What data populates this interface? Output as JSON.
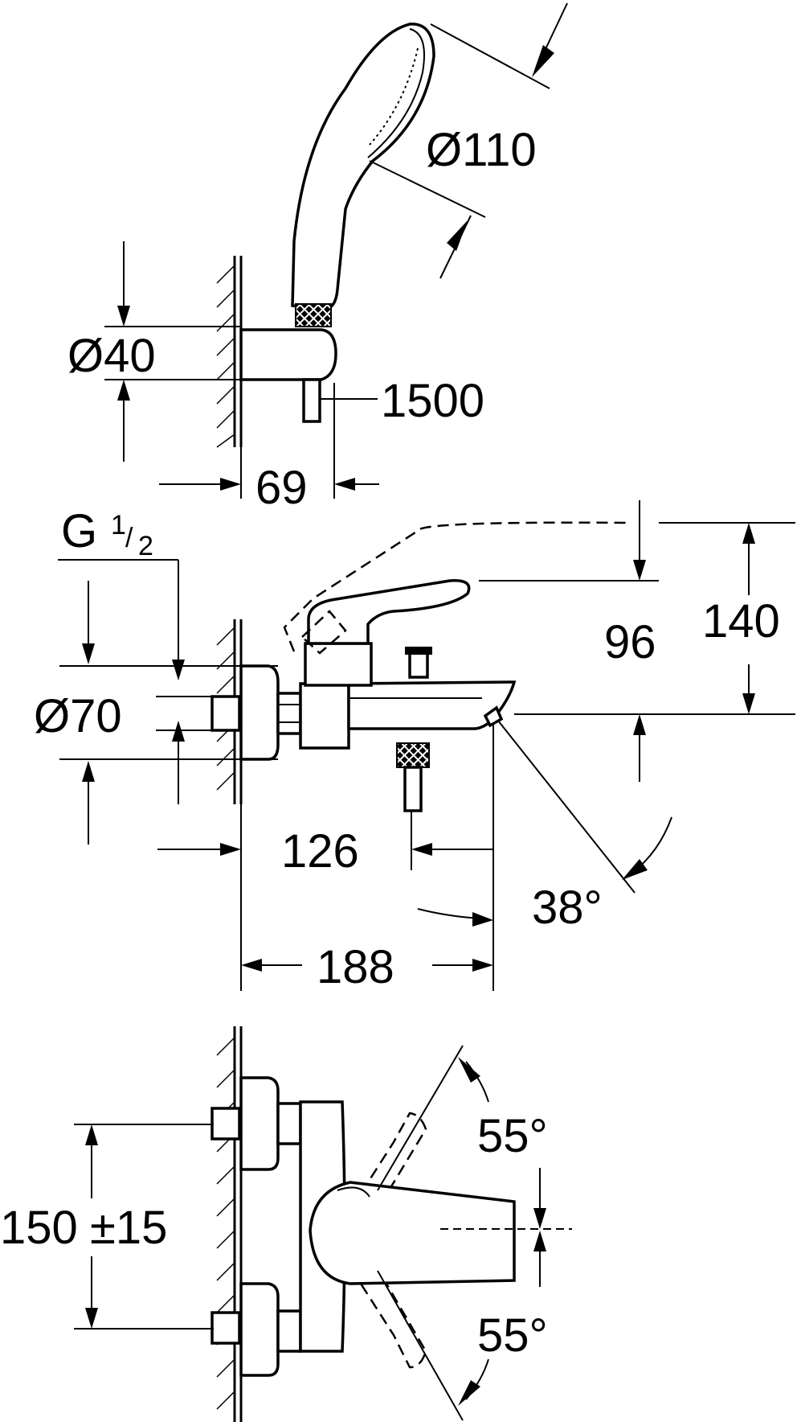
{
  "shower_view": {
    "head_diameter": "Ø110",
    "holder_diameter": "Ø40",
    "hose_length": "1500",
    "holder_depth": "69"
  },
  "side_view": {
    "thread": "G",
    "thread_fraction_top": "1",
    "thread_fraction_slash": "/",
    "thread_fraction_bottom": "2",
    "rosette_diameter": "Ø70",
    "lever_height": "96",
    "total_height": "140",
    "spout_length": "126",
    "spout_angle": "38°",
    "total_projection": "188"
  },
  "top_view": {
    "centres": "150",
    "tolerance": "±15",
    "rotation_upper": "55°",
    "rotation_lower": "55°"
  }
}
